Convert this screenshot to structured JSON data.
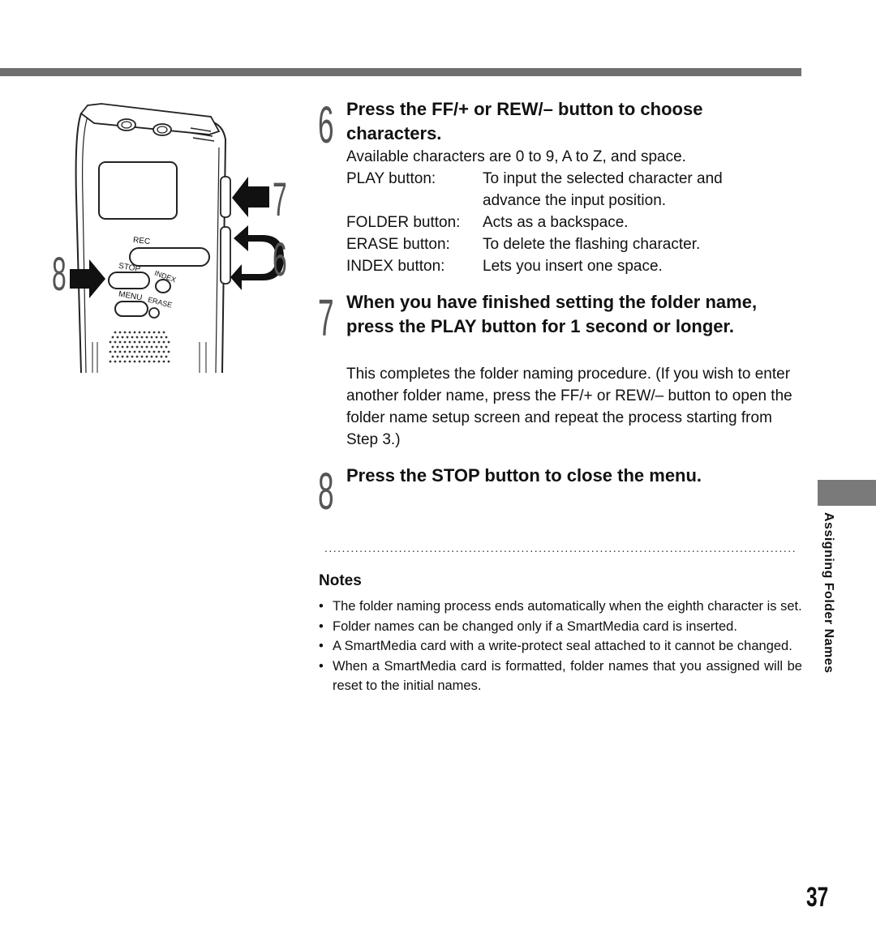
{
  "steps": [
    {
      "number": "6",
      "heading": "Press the FF/+ or REW/– button to choose characters.",
      "intro": "Available characters are 0 to 9, A to Z, and space.",
      "buttons": [
        {
          "name": "PLAY button:",
          "desc": "To input the selected character and advance the input position."
        },
        {
          "name": "FOLDER button:",
          "desc": "Acts as a backspace."
        },
        {
          "name": "ERASE button:",
          "desc": "To delete the flashing character."
        },
        {
          "name": "INDEX button:",
          "desc": "Lets you insert one space."
        }
      ]
    },
    {
      "number": "7",
      "heading": "When you have finished setting the folder name, press the PLAY button for 1 second or longer.",
      "body": "This completes the folder naming procedure. (If you wish to enter another folder name, press the FF/+ or REW/– button to open the folder name setup screen and repeat the process starting from Step 3.)"
    },
    {
      "number": "8",
      "heading": "Press the STOP button to close the menu."
    }
  ],
  "notes": {
    "title": "Notes",
    "items": [
      "The folder naming process ends automatically when the eighth character is set.",
      "Folder names can be changed only if a SmartMedia card is inserted.",
      "A SmartMedia card with a write-protect seal attached to it cannot be changed.",
      "When a SmartMedia card is formatted, folder names that you assigned will be reset to the initial names."
    ]
  },
  "side_label": "Assigning Folder Names",
  "page_number": "37",
  "illustration": {
    "button_labels": {
      "rec": "REC",
      "stop": "STOP",
      "index": "INDEX",
      "menu": "MENU",
      "erase": "ERASE"
    },
    "callouts": {
      "left": "8",
      "right_top": "7",
      "right_bottom": "6"
    }
  }
}
